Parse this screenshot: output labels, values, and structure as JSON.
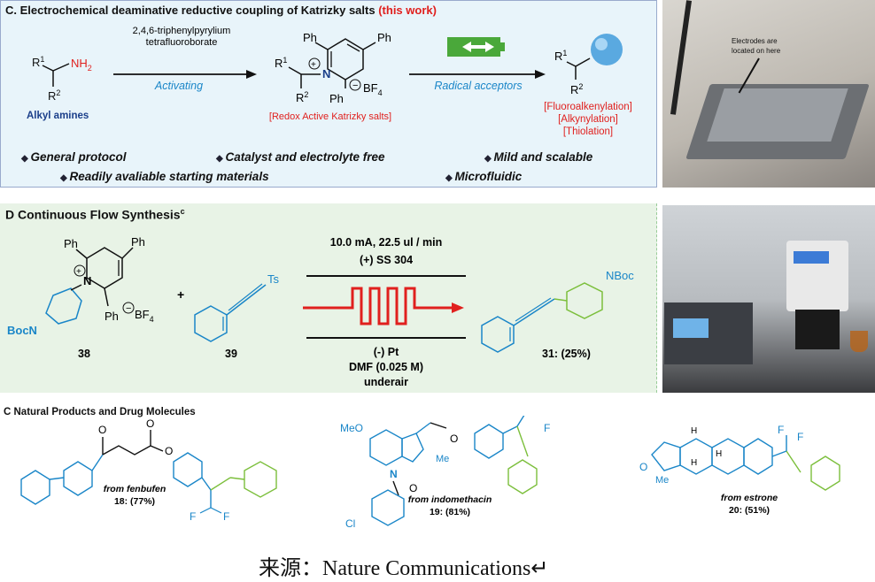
{
  "panel_c": {
    "title_main": "C. Electrochemical deaminative reductive coupling of Katrizky salts",
    "title_highlight": "(this work)",
    "reagent_line1": "2,4,6-triphenylpyrylium",
    "reagent_line2": "tetrafluoroborate",
    "activating": "Activating",
    "radical_acceptors": "Radical acceptors",
    "alkyl_amines": "Alkyl amines",
    "katrizky_label": "[Redox Active Katrizky salts]",
    "products": [
      "[Fluoroalkenylation]",
      "[Alkynylation]",
      "[Thiolation]"
    ],
    "bullets": [
      "General protocol",
      "Catalyst and electrolyte free",
      "Mild and scalable",
      "Readily avaliable starting materials",
      "Microfluidic"
    ],
    "atoms": {
      "ph": "Ph",
      "r1": "R",
      "r2": "R",
      "sup1": "1",
      "sup2": "2",
      "nh2": "NH",
      "sub2": "2",
      "n": "N",
      "bf4": "BF",
      "sub4": "4"
    },
    "photo_text_line1": "Electrodes are",
    "photo_text_line2": "located on here"
  },
  "panel_d": {
    "title": "D Continuous Flow Synthesis",
    "title_sup": "c",
    "cond_top1": "10.0 mA, 22.5 ul / min",
    "cond_top2": "(+) SS 304",
    "cond_bot1": "(-) Pt",
    "cond_bot2": "DMF (0.025 M)",
    "cond_bot3": "underair",
    "label_38": "38",
    "label_39": "39",
    "label_31": "31: (25%)",
    "atoms": {
      "ph": "Ph",
      "bocn": "BocN",
      "nboc": "NBoc",
      "ts": "Ts",
      "n": "N",
      "plus": "+",
      "bf4": "BF",
      "sub4": "4"
    }
  },
  "panel_np": {
    "title": "C Natural Products and Drug Molecules",
    "from_fenbufen": "from fenbufen",
    "yield_18": "18: (77%)",
    "from_indomethacin": "from indomethacin",
    "yield_19": "19: (81%)",
    "from_estrone": "from estrone",
    "yield_20": "20: (51%)",
    "atoms": {
      "o": "O",
      "f": "F",
      "meo": "MeO",
      "me": "Me",
      "n": "N",
      "cl": "Cl",
      "h": "H"
    }
  },
  "caption": "来源：Nature Communications↵",
  "colors": {
    "blue": "#1a86c8",
    "red": "#e0201e",
    "green": "#7cbf3c",
    "panel_c_bg": "#e8f4fa",
    "panel_d_bg": "#e8f3e6"
  }
}
